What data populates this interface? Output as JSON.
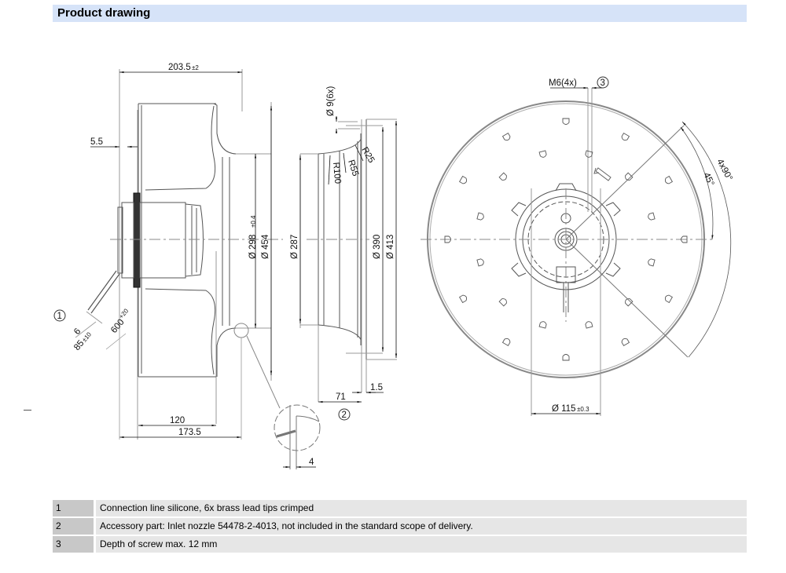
{
  "header": {
    "title": "Product drawing"
  },
  "side_view": {
    "dim_overall_length": "203.5",
    "dim_overall_length_tol": "±2",
    "dim_flange_offset": "5.5",
    "dim_d298": "Ø 298",
    "dim_d298_tol": "±0.4",
    "dim_d454": "Ø 454",
    "dim_120": "120",
    "dim_173_5": "173.5",
    "dim_detail_4": "4",
    "cable_dim_6": "6",
    "cable_dim_85": "85",
    "cable_dim_85_tol": "±10",
    "cable_dim_600": "600",
    "cable_dim_600_tol": "+20",
    "callout_1": "1"
  },
  "nozzle_view": {
    "dim_holes": "Ø 9(6x)",
    "dim_r25": "R25",
    "dim_r55": "R55",
    "dim_r100": "R100",
    "dim_d287": "Ø 287",
    "dim_d390": "Ø 390",
    "dim_d413": "Ø 413",
    "dim_71": "71",
    "dim_1_5": "1.5",
    "callout_2": "2"
  },
  "front_view": {
    "thread_label": "M6(4x)",
    "callout_3": "3",
    "angle_45": "45°",
    "angle_4x90": "4x90°",
    "dim_d115": "Ø 115",
    "dim_d115_tol": "±0.3"
  },
  "notes": [
    {
      "num": "1",
      "text": "Connection line silicone, 6x brass lead tips crimped"
    },
    {
      "num": "2",
      "text": "Accessory part: Inlet nozzle 54478-2-4013, not included in the standard scope of delivery."
    },
    {
      "num": "3",
      "text": "Depth of screw max. 12 mm"
    }
  ],
  "colors": {
    "header_bg": "#d6e3f8",
    "note_num_bg": "#c8c8c8",
    "note_text_bg": "#e6e6e6",
    "line": "#555555",
    "dim_line": "#9a9a9a"
  }
}
